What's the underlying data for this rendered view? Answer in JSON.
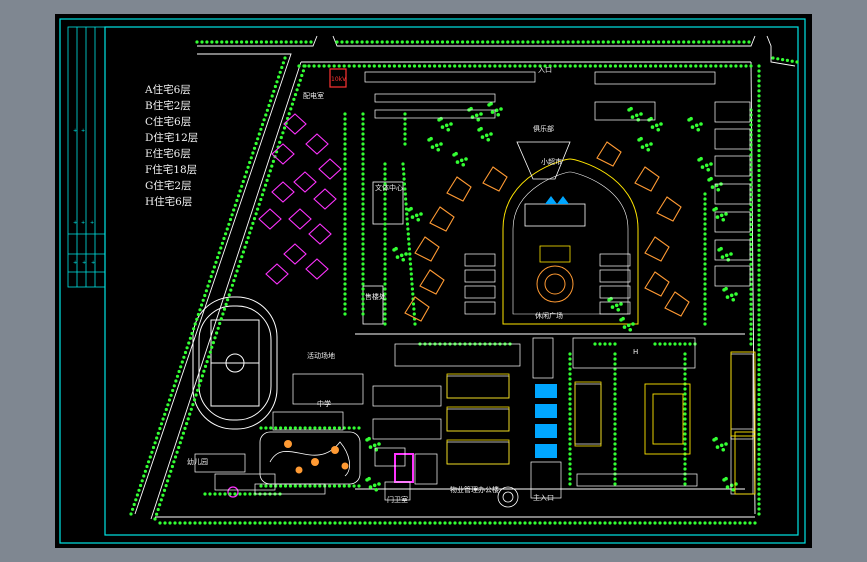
{
  "legend": [
    "A住宅6层",
    "B住宅2层",
    "C住宅6层",
    "D住宅12层",
    "E住宅6层",
    "F住宅18层",
    "G住宅2层",
    "H住宅6层"
  ],
  "labels": {
    "substation": "配电室",
    "club": "俱乐部",
    "supermarket": "小超市",
    "sports_center": "文体中心",
    "kiosk": "售楼处",
    "school": "中学",
    "playground": "活动场地",
    "fountain_plaza": "休闲广场",
    "kindergarten": "幼儿园",
    "guardroom": "门卫室",
    "gate": "主入口",
    "management": "物业管理办公楼",
    "tower_h": "H",
    "gate_icon": "入口"
  },
  "colors": {
    "background": "#000000",
    "frame": "#00e5e5",
    "road": "#ffffff",
    "trees": "#33ff33",
    "villa": "#ff33ff",
    "yellow": "#ffe600",
    "orange": "#ff9a33",
    "building": "#ffffff",
    "water": "#00a6ff"
  }
}
